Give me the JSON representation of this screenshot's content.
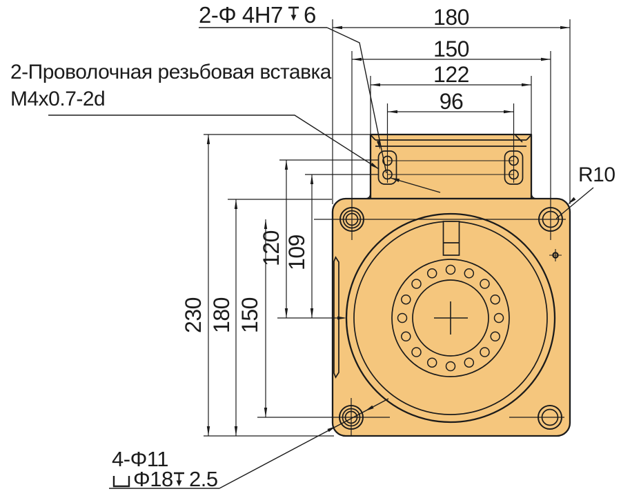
{
  "drawing": {
    "type": "mechanical-engineering-drawing",
    "colors": {
      "body_fill": "#F5C67D",
      "line_color": "#1B1B1B",
      "background": "#FFFFFF"
    },
    "notes": {
      "tapped_hole_prefix": "2-Φ 4H7",
      "tapped_hole_depth": "6",
      "thread_insert_line1": "2-Проволочная резьбовая вставка",
      "thread_insert_line2": "M4x0.7-2d",
      "corner_radius": "R10",
      "bolt_hole_count_dia": "4-Φ11",
      "counterbore_dia": "Φ18",
      "counterbore_depth": "2.5"
    },
    "dimensions_top": [
      "180",
      "150",
      "122",
      "96"
    ],
    "dimensions_left": [
      "230",
      "180",
      "150",
      "120",
      "109"
    ]
  }
}
